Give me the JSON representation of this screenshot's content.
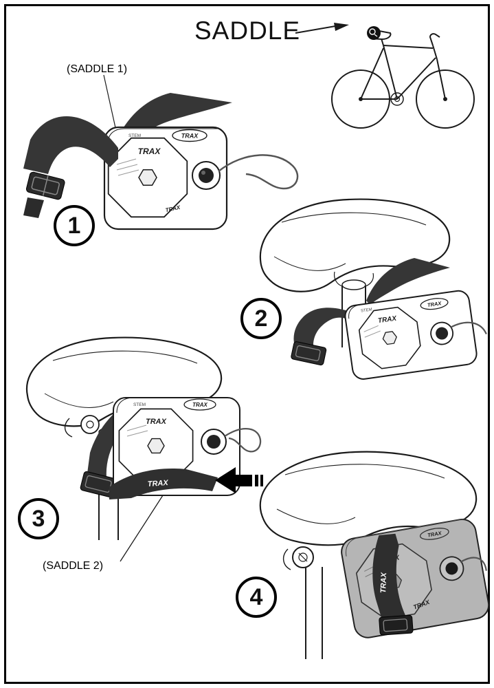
{
  "page": {
    "title": "SADDLE"
  },
  "labels": {
    "saddle1": "(SADDLE 1)",
    "saddle2": "(SADDLE 2)"
  },
  "steps": [
    {
      "number": "1"
    },
    {
      "number": "2"
    },
    {
      "number": "3"
    },
    {
      "number": "4"
    }
  ],
  "device": {
    "brand": "TRAX",
    "panel_text": "STEM"
  },
  "colors": {
    "line": "#1a1a1a",
    "strap": "#363636",
    "device_shade": "#b5b5b5",
    "background": "#ffffff",
    "accent_black": "#000000"
  }
}
